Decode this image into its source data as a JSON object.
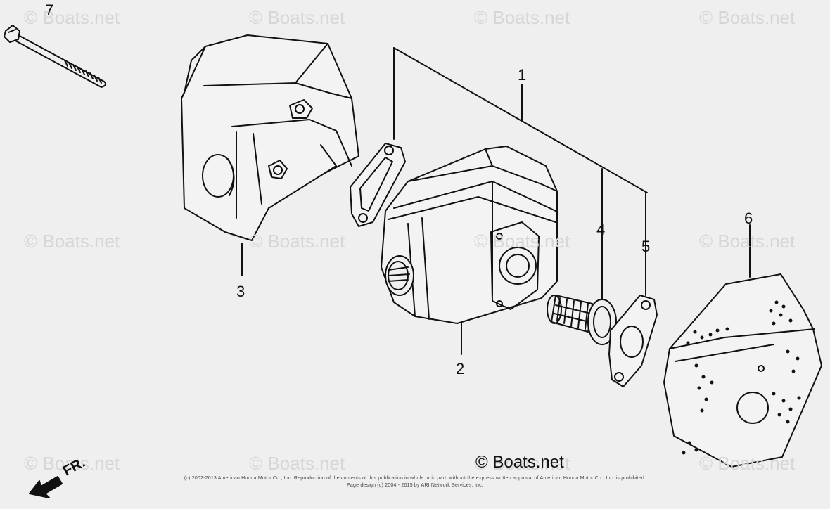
{
  "watermarks": [
    "© Boats.net",
    "© Boats.net",
    "© Boats.net",
    "© Boats.net",
    "© Boats.net",
    "© Boats.net",
    "© Boats.net",
    "© Boats.net",
    "© Boats.net",
    "© Boats.net",
    "© Boats.net",
    "© Boats.net"
  ],
  "callouts": [
    "1",
    "2",
    "3",
    "4",
    "5",
    "6",
    "7"
  ],
  "brand": "© Boats.net",
  "front_label": "FR.",
  "copyright_line_1": "(c) 2002-2013 American Honda Motor Co., Inc. Reproduction of the contents of this publication in whole or in part, without the express written approval of American Honda Motor Co., Inc. is prohibited.",
  "copyright_line_2": "Page design (c) 2004 - 2015 by ARI Network Services, Inc.",
  "colors": {
    "background": "#efefef",
    "line": "#111111",
    "watermark": "#d6d6d6"
  }
}
